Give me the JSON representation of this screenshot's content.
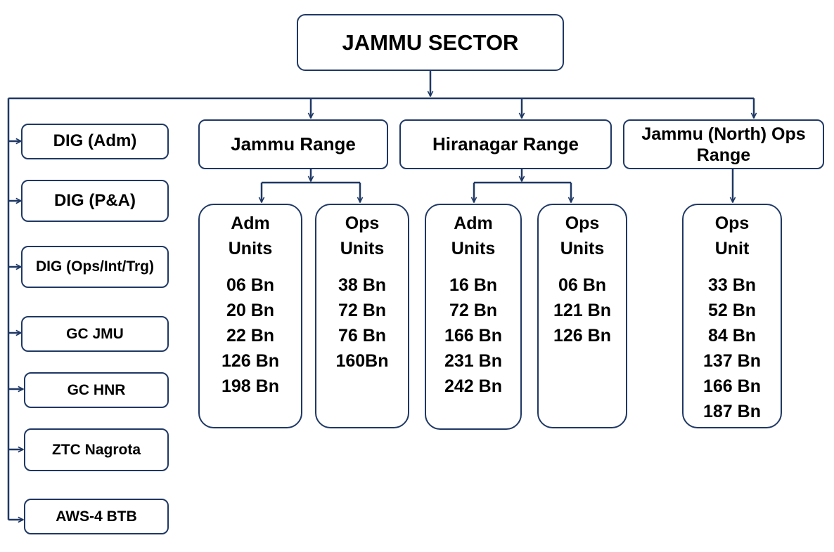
{
  "root": "JAMMU SECTOR",
  "staff": [
    "DIG (Adm)",
    "DIG (P&A)",
    "DIG (Ops/Int/Trg)",
    "GC JMU",
    "GC HNR",
    "ZTC Nagrota",
    "AWS-4 BTB"
  ],
  "ranges": {
    "jammu": {
      "label": "Jammu Range",
      "adm": {
        "head": "Adm Units",
        "items": [
          "06 Bn",
          "20 Bn",
          "22 Bn",
          "126 Bn",
          "198 Bn"
        ]
      },
      "ops": {
        "head": "Ops Units",
        "items": [
          "38 Bn",
          "72 Bn",
          "76 Bn",
          "160Bn"
        ]
      }
    },
    "hiranagar": {
      "label": "Hiranagar Range",
      "adm": {
        "head": "Adm Units",
        "items": [
          "16 Bn",
          "72 Bn",
          "166 Bn",
          "231 Bn",
          "242 Bn"
        ]
      },
      "ops": {
        "head": "Ops Units",
        "items": [
          "06 Bn",
          "121 Bn",
          "126 Bn"
        ]
      }
    },
    "north": {
      "label": "Jammu (North) Ops Range",
      "ops": {
        "head": "Ops Unit",
        "items": [
          "33 Bn",
          "52 Bn",
          "84 Bn",
          "137 Bn",
          "166 Bn",
          "187 Bn"
        ]
      }
    }
  }
}
